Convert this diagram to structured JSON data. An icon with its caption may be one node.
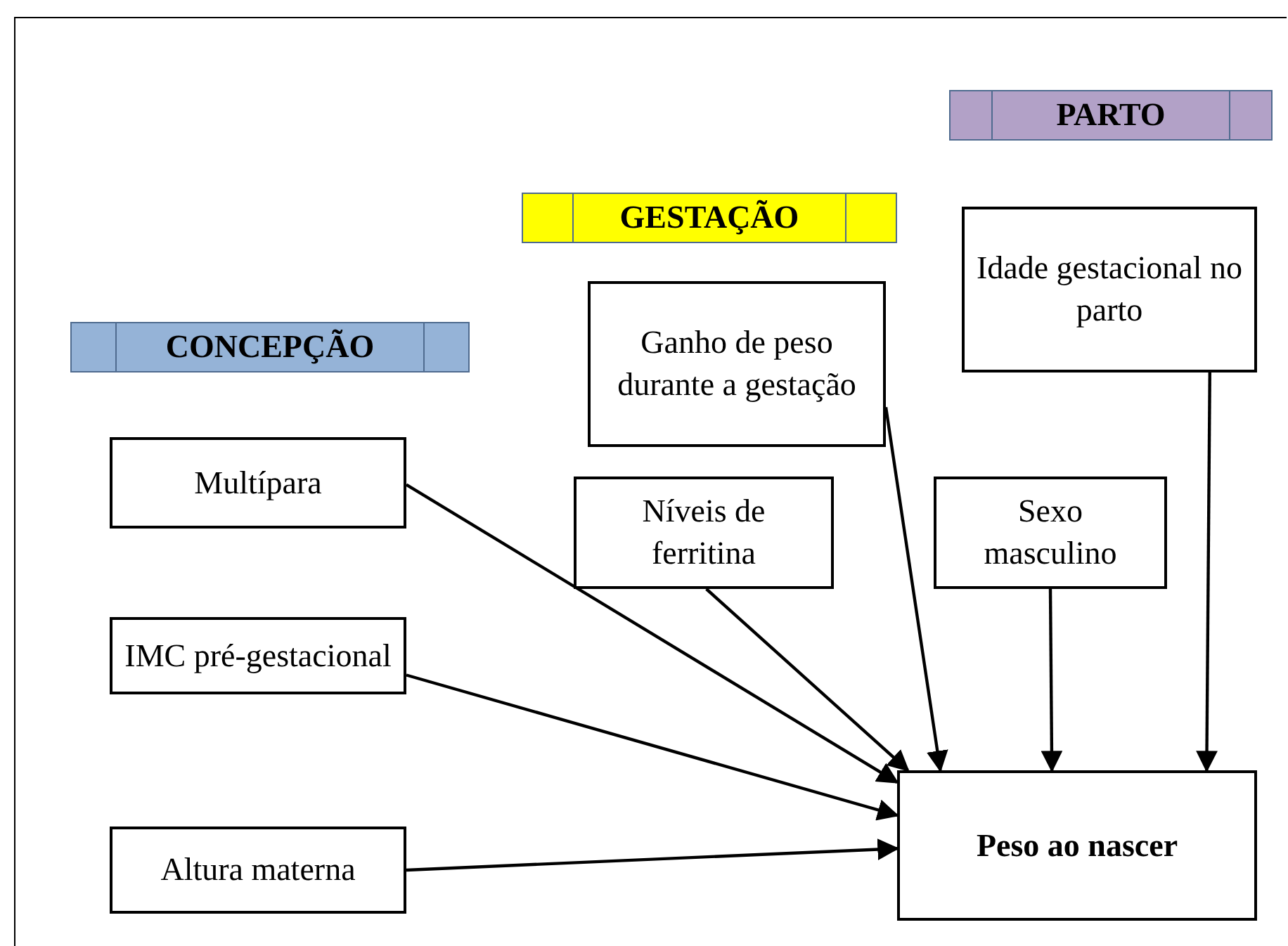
{
  "diagram": {
    "nodes": [
      {
        "text": [
          "PARTO"
        ]
      },
      {
        "text": [
          "GESTAÇÃO"
        ]
      },
      {
        "text": [
          "Idade gestacional no parto"
        ]
      },
      {
        "text": [
          "CONCEPÇÃO"
        ]
      },
      {
        "text": [
          "Ganho de peso durante a gestação"
        ]
      },
      {
        "text": [
          "Multípara"
        ]
      },
      {
        "text": [
          "Níveis de ferritina"
        ]
      },
      {
        "text": [
          "Sexo masculino"
        ]
      },
      {
        "text": [
          "IMC pré-gestacional"
        ]
      },
      {
        "text": [
          "Peso ao nascer"
        ]
      },
      {
        "text": [
          "Altura materna"
        ]
      }
    ],
    "edges": [
      {
        "from": 5,
        "to": 9,
        "arrow": "to"
      },
      {
        "from": 8,
        "to": 9,
        "arrow": "to"
      },
      {
        "from": 10,
        "to": 9,
        "arrow": "to"
      },
      {
        "from": 4,
        "to": 9,
        "arrow": "to"
      },
      {
        "from": 6,
        "to": 9,
        "arrow": "to"
      },
      {
        "from": 7,
        "to": 9,
        "arrow": "to"
      },
      {
        "from": 2,
        "to": 9,
        "arrow": "to"
      }
    ]
  }
}
